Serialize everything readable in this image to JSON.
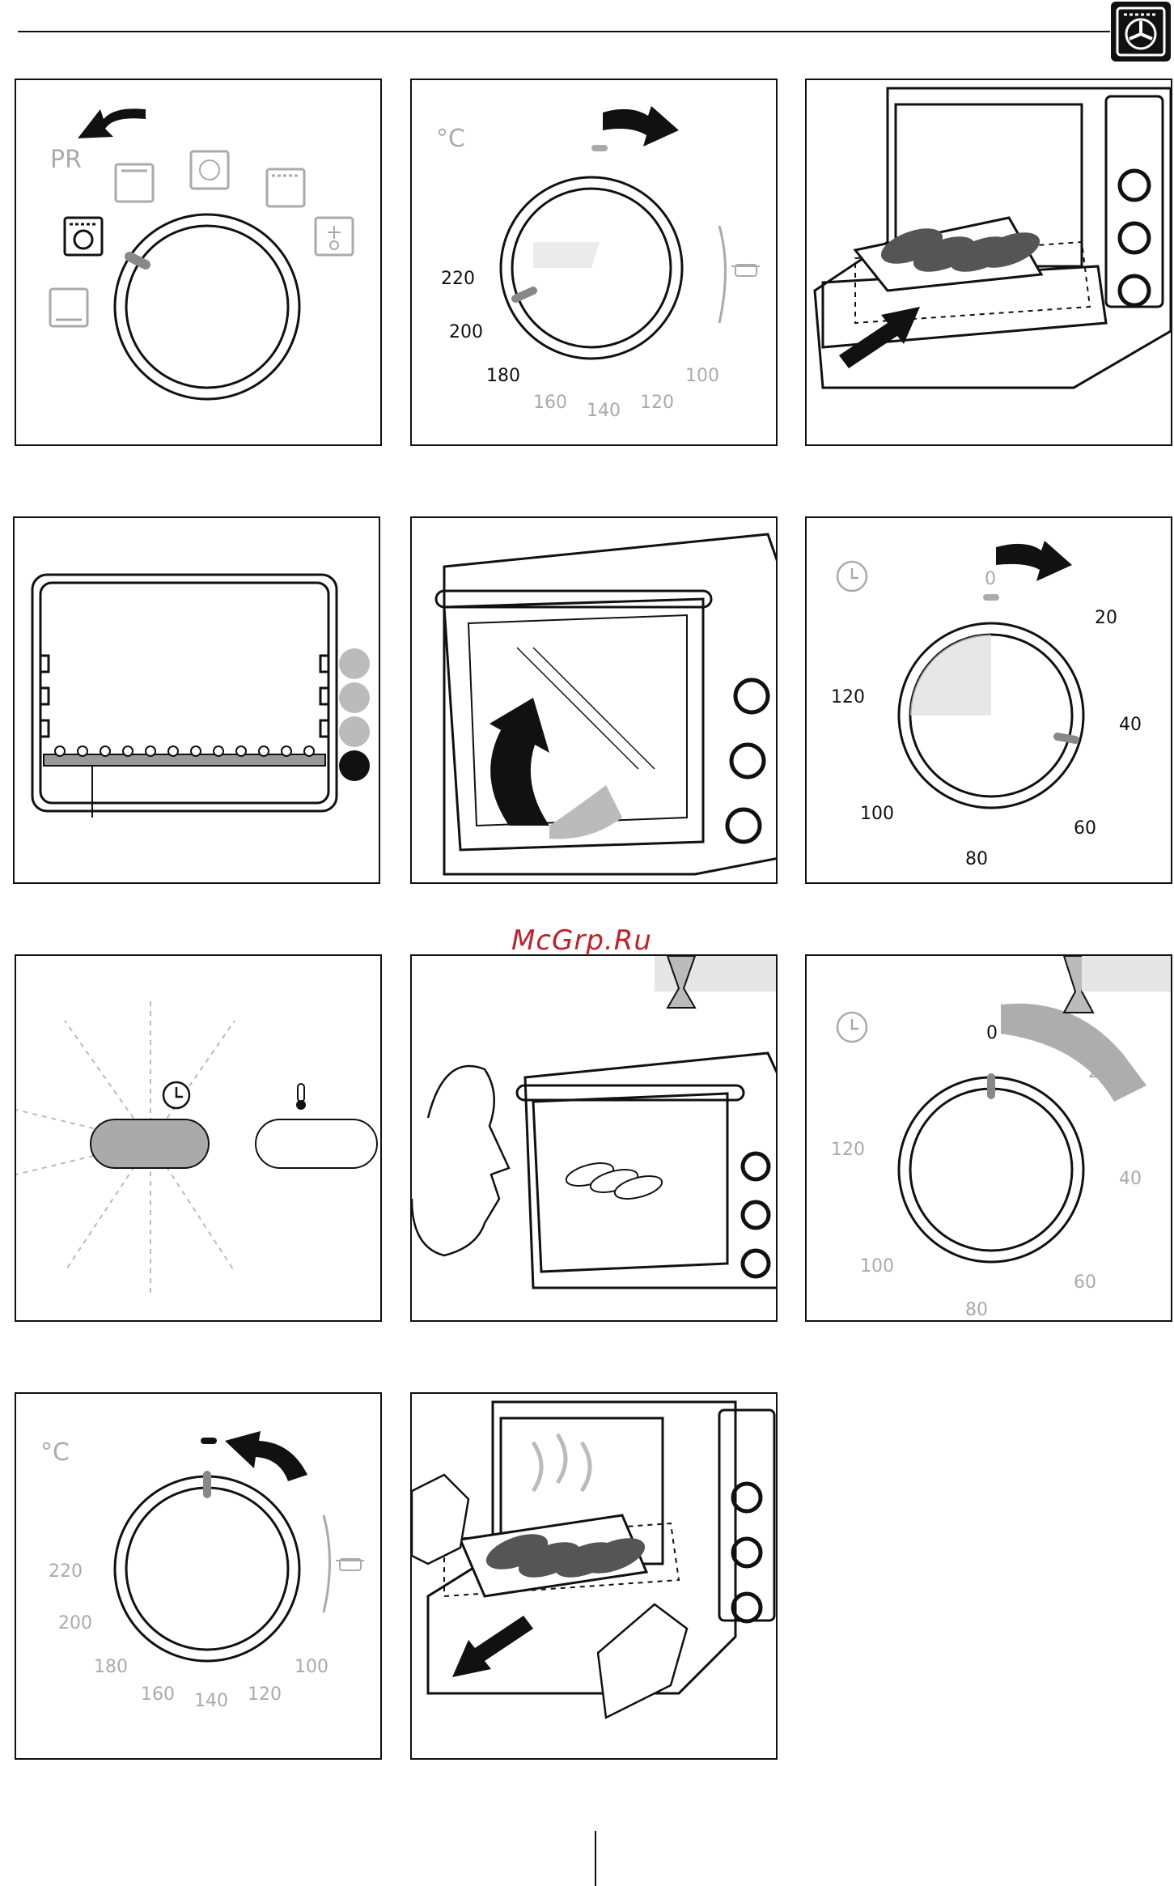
{
  "watermark": "McGrp.Ru",
  "panels": {
    "p1": {
      "mode_label": "PR"
    },
    "p2": {
      "unit": "°C",
      "t220": "220",
      "t200": "200",
      "t180": "180",
      "t160": "160",
      "t140": "140",
      "t120": "120",
      "t100": "100"
    },
    "p6": {
      "t0": "0",
      "t20": "20",
      "t40": "40",
      "t60": "60",
      "t80": "80",
      "t100": "100",
      "t120": "120"
    },
    "p9": {
      "t0": "0",
      "t20": "20",
      "t40": "40",
      "t60": "60",
      "t80": "80",
      "t100": "100",
      "t120": "120"
    },
    "p10": {
      "unit": "°C",
      "t220": "220",
      "t200": "200",
      "t180": "180",
      "t160": "160",
      "t140": "140",
      "t120": "120",
      "t100": "100"
    }
  },
  "icons": {
    "corner": "oven-fan-icon",
    "timer": "clock-icon",
    "thermo": "thermometer-icon",
    "hourglass": "hourglass-icon"
  }
}
